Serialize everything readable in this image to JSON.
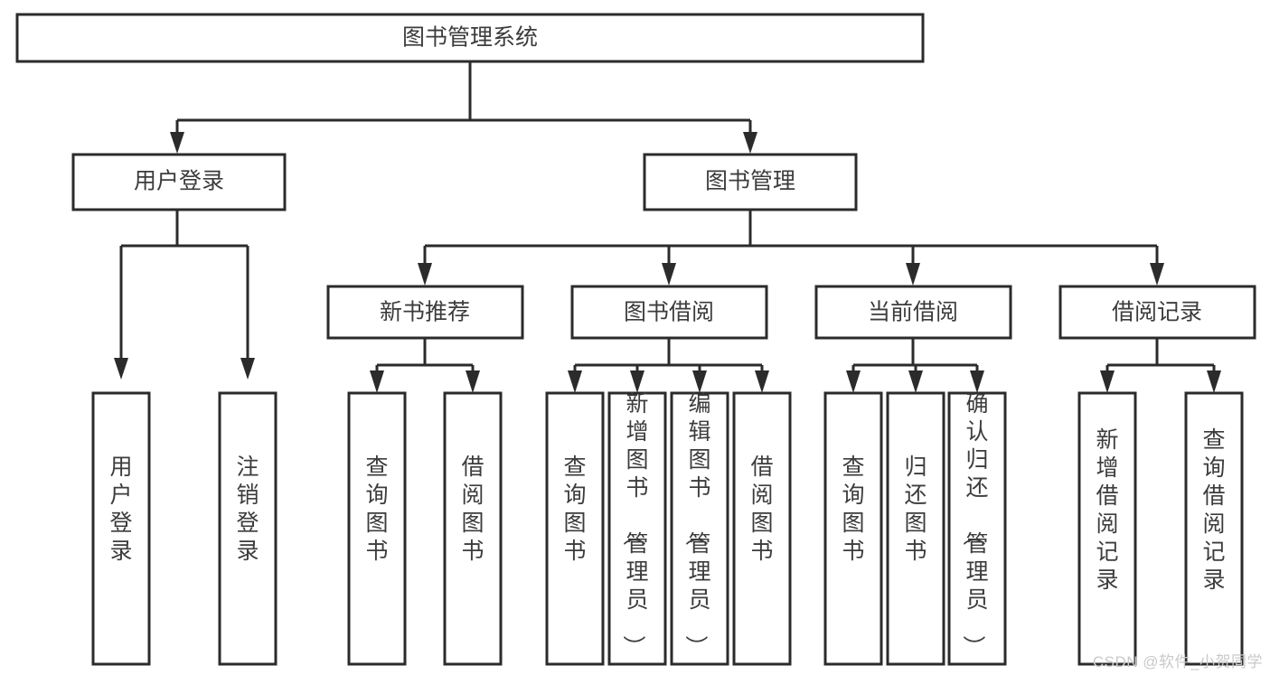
{
  "diagram": {
    "title": "图书管理系统",
    "type": "tree-hierarchy",
    "root": {
      "label": "图书管理系统"
    },
    "level2": [
      {
        "label": "用户登录"
      },
      {
        "label": "图书管理"
      }
    ],
    "level3": [
      {
        "label": "新书推荐"
      },
      {
        "label": "图书借阅"
      },
      {
        "label": "当前借阅"
      },
      {
        "label": "借阅记录"
      }
    ],
    "leaves": {
      "user_login": [
        {
          "label": "用户登录"
        },
        {
          "label": "注销登录"
        }
      ],
      "new_book_recommend": [
        {
          "label": "查询图书"
        },
        {
          "label": "借阅图书"
        }
      ],
      "book_borrow": [
        {
          "label": "查询图书"
        },
        {
          "label": "新增图书（管理员）"
        },
        {
          "label": "编辑图书（管理员）"
        },
        {
          "label": "借阅图书"
        }
      ],
      "current_borrow": [
        {
          "label": "查询图书"
        },
        {
          "label": "归还图书"
        },
        {
          "label": "确认归还（管理员）"
        }
      ],
      "borrow_record": [
        {
          "label": "新增借阅记录"
        },
        {
          "label": "查询借阅记录"
        }
      ]
    }
  },
  "watermark": {
    "text": "CSDN @软件_小贺同学"
  },
  "colors": {
    "stroke": "#2b2b2b",
    "text": "#3c3c3c",
    "background": "#ffffff",
    "watermark": "#c9c9c9"
  }
}
